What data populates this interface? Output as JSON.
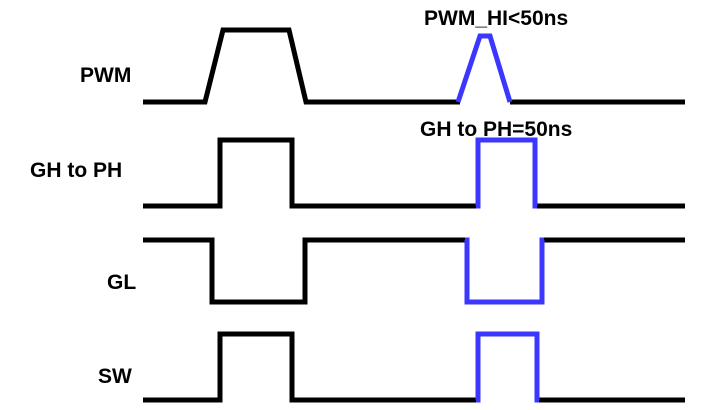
{
  "colors": {
    "background": "#ffffff",
    "signal": "#000000",
    "highlight": "#3b37ff"
  },
  "signals": [
    {
      "name": "PWM"
    },
    {
      "name": "GH to PH"
    },
    {
      "name": "GL"
    },
    {
      "name": "SW"
    }
  ],
  "annotations": [
    {
      "text": "PWM_HI<50ns"
    },
    {
      "text": "GH to PH=50ns"
    }
  ]
}
